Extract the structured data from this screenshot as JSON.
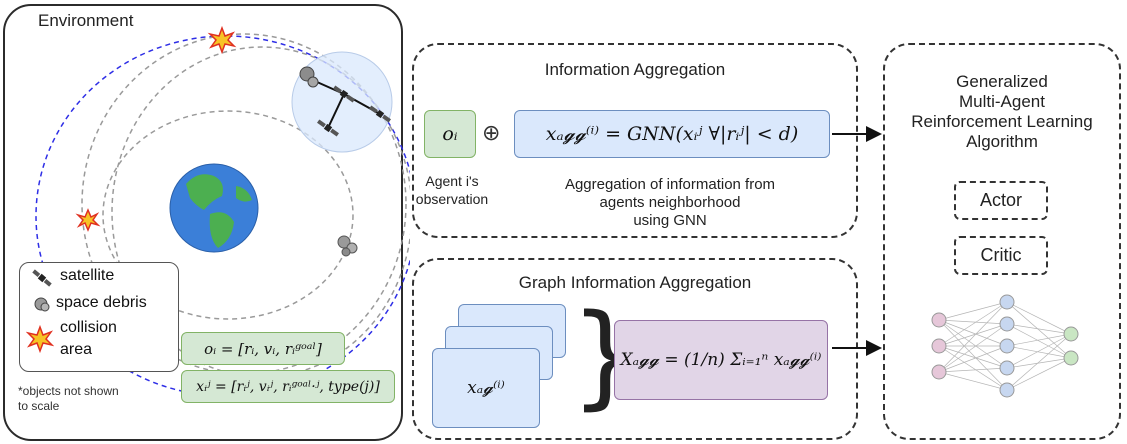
{
  "environment": {
    "title": "Environment",
    "legend": {
      "satellite": "satellite",
      "debris": "space debris",
      "collision_line1": "collision",
      "collision_line2": "area"
    },
    "note_line1": "*objects not shown",
    "note_line2": "to scale",
    "obs_formula": "oᵢ = [rᵢ, vᵢ, rᵢᵍᵒᵃˡ]",
    "neighbor_formula": "xᵢʲ = [rᵢʲ, vᵢʲ, rᵢᵍᵒᵃˡ·ʲ, type(j)]"
  },
  "info_aggregation": {
    "title": "Information Aggregation",
    "obs_symbol": "oᵢ",
    "oplus": "⊕",
    "gnn_formula": "xₐ𝓰𝓰⁽ⁱ⁾ = GNN(xᵢʲ ∀|rᵢʲ| < d)",
    "agent_label_line1": "Agent i's",
    "agent_label_line2": "observation",
    "aggregation_label_line1": "Aggregation of information from",
    "aggregation_label_line2": "agents neighborhood",
    "aggregation_label_line3": "using GNN"
  },
  "graph_aggregation": {
    "title": "Graph Information Aggregation",
    "stack_label": "xₐ𝓰⁽ⁱ⁾",
    "brace": "}",
    "mean_formula": "Xₐ𝓰𝓰 = (1/n) Σᵢ₌₁ⁿ xₐ𝓰𝓰⁽ⁱ⁾"
  },
  "algorithm": {
    "title_line1": "Generalized",
    "title_line2": "Multi-Agent",
    "title_line3": "Reinforcement Learning",
    "title_line4": "Algorithm",
    "actor": "Actor",
    "critic": "Critic"
  },
  "colors": {
    "green_fill": "#d5e8d4",
    "blue_fill": "#dae8fc",
    "purple_fill": "#e1d5e7",
    "orbit_blue": "#2e2ee6",
    "nn_pink": "#e6c7d9",
    "nn_blue": "#c7d7f0",
    "nn_green": "#c9e6c3"
  }
}
